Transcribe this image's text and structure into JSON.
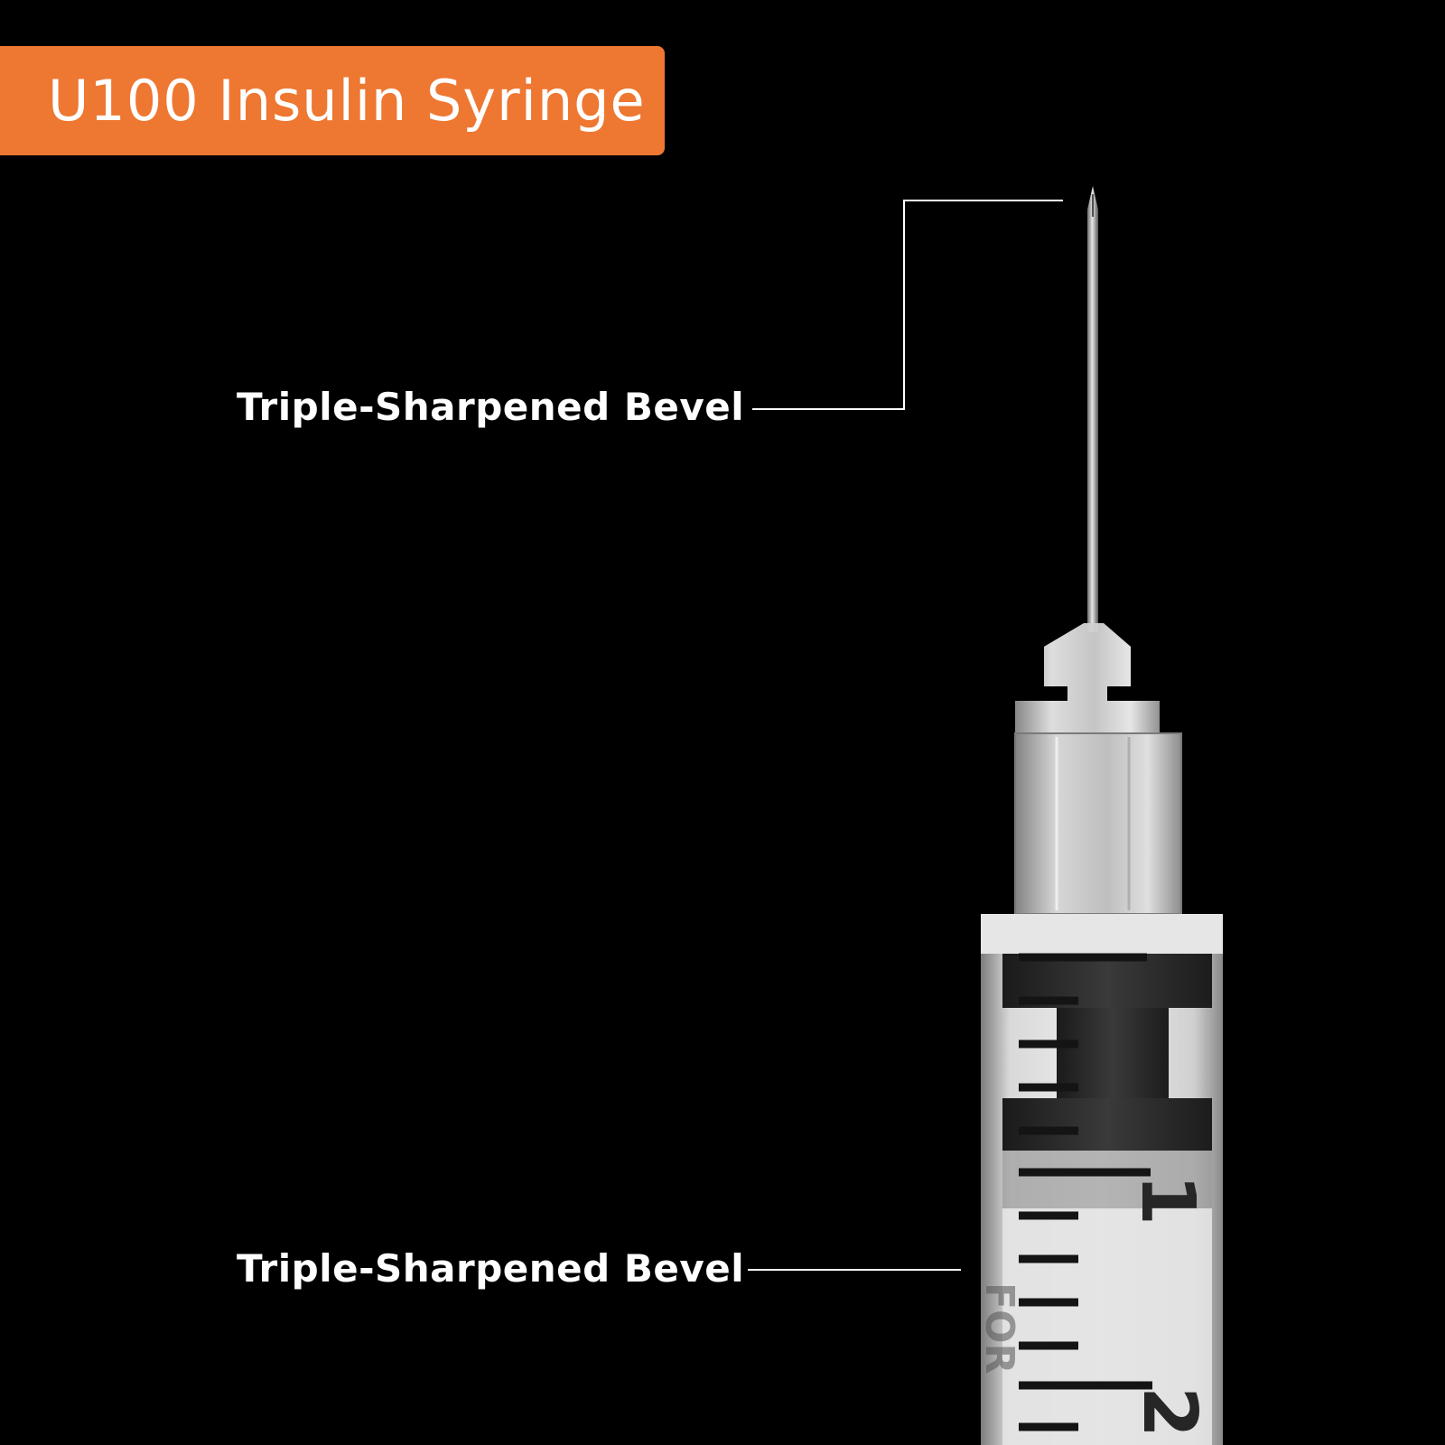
{
  "title": "U100 Insulin Syringe",
  "callouts": [
    {
      "label": "Triple-Sharpened Bevel"
    },
    {
      "label": "Triple-Sharpened Bevel"
    }
  ],
  "barrel_numbers": [
    "1",
    "2"
  ],
  "barrel_text": "FOR",
  "colors": {
    "background": "#000000",
    "banner": "#EE7731",
    "text": "#FFFFFF",
    "markings": "#141414"
  }
}
